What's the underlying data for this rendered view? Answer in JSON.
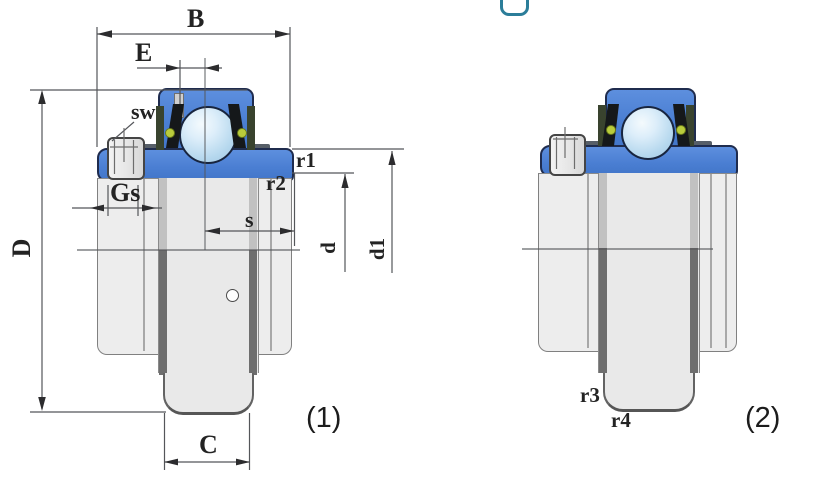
{
  "figure": {
    "description": "Engineering cross-section drawing of an insert ball bearing unit with eccentric locking collar, shown in two views",
    "views": [
      {
        "caption": "(1)",
        "dimension_labels": [
          "B",
          "E",
          "sw",
          "Gs",
          "D",
          "r1",
          "r2",
          "s",
          "d",
          "d1",
          "C"
        ]
      },
      {
        "caption": "(2)",
        "dimension_labels": [
          "r3",
          "r4"
        ]
      }
    ]
  },
  "labels": {
    "B": "B",
    "E": "E",
    "sw": "sw",
    "Gs": "Gs",
    "D": "D",
    "r1": "r1",
    "r2": "r2",
    "s": "s",
    "d": "d",
    "d1": "d1",
    "C": "C",
    "r3": "r3",
    "r4": "r4",
    "view1_caption": "(1)",
    "view2_caption": "(2)"
  },
  "colors": {
    "ring_blue": "#4a7ed2",
    "ring_outline": "#1f2c4e",
    "ball_fill": "#b6d8ee",
    "housing_gray": "#ededed",
    "shaft_gray": "#e9e9e9",
    "bar_dark": "#6e6e6e",
    "seal_black": "#15181a",
    "cage_olive": "#39432e",
    "cage_yellow": "#b9cc3c",
    "line_color": "#54565a",
    "text_color": "#232323",
    "accent_teal": "#2b7d99"
  }
}
